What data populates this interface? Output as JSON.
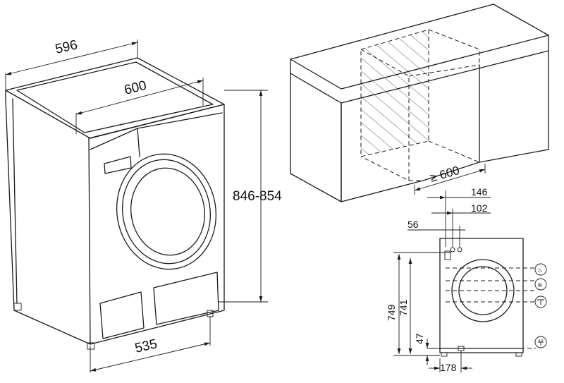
{
  "machine_dims": {
    "width": "596",
    "depth_top": "600",
    "height": "846-854",
    "foot_depth": "535"
  },
  "niche": {
    "min_width": "≥ 600"
  },
  "rear_dims": {
    "d146": "146",
    "d102": "102",
    "d56": "56",
    "h749": "749",
    "h741": "741",
    "h47": "47",
    "d178": "178"
  },
  "icons": [
    "hot-water-inlet-icon",
    "cold-water-inlet-icon",
    "drain-hose-icon",
    "power-plug-icon"
  ]
}
